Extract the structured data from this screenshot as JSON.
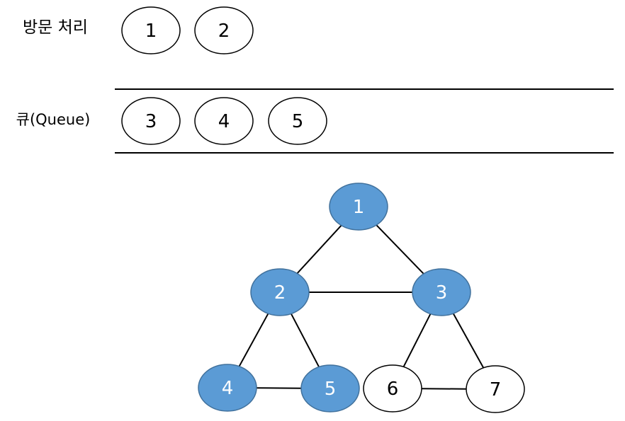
{
  "visited": {
    "label": "방문 처리",
    "items": [
      "1",
      "2"
    ]
  },
  "queue": {
    "label": "큐(Queue)",
    "items": [
      "3",
      "4",
      "5"
    ]
  },
  "graph": {
    "nodes": [
      {
        "id": "1",
        "label": "1",
        "highlighted": true
      },
      {
        "id": "2",
        "label": "2",
        "highlighted": true
      },
      {
        "id": "3",
        "label": "3",
        "highlighted": true
      },
      {
        "id": "4",
        "label": "4",
        "highlighted": true
      },
      {
        "id": "5",
        "label": "5",
        "highlighted": true
      },
      {
        "id": "6",
        "label": "6",
        "highlighted": false
      },
      {
        "id": "7",
        "label": "7",
        "highlighted": false
      }
    ],
    "edges": [
      [
        "1",
        "2"
      ],
      [
        "1",
        "3"
      ],
      [
        "2",
        "3"
      ],
      [
        "2",
        "4"
      ],
      [
        "2",
        "5"
      ],
      [
        "4",
        "5"
      ],
      [
        "3",
        "6"
      ],
      [
        "3",
        "7"
      ],
      [
        "6",
        "7"
      ]
    ]
  },
  "colors": {
    "highlight_fill": "#5b9bd5",
    "highlight_stroke": "#41719c",
    "highlight_text": "#ffffff",
    "plain_fill": "#ffffff",
    "plain_stroke": "#000000",
    "plain_text": "#000000"
  }
}
